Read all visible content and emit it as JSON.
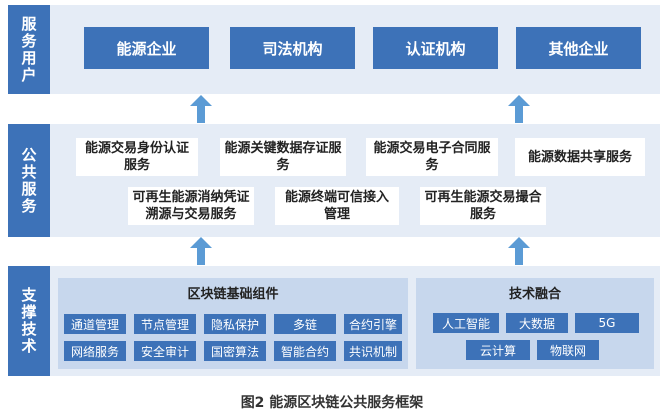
{
  "layers": {
    "users": "服务用户",
    "public": "公共服务",
    "support": "支撑技术"
  },
  "users": [
    "能源企业",
    "司法机构",
    "认证机构",
    "其他企业"
  ],
  "services": {
    "row1": [
      "能源交易身份认证服务",
      "能源关键数据存证服务",
      "能源交易电子合同服务",
      "能源数据共享服务"
    ],
    "row2": [
      "可再生能源消纳凭证溯源与交易服务",
      "能源终端可信接入管理",
      "可再生能源交易撮合服务"
    ]
  },
  "blockchain": {
    "title": "区块链基础组件",
    "row1": [
      "通道管理",
      "节点管理",
      "隐私保护",
      "多链",
      "合约引擎"
    ],
    "row2": [
      "网络服务",
      "安全审计",
      "国密算法",
      "智能合约",
      "共识机制"
    ]
  },
  "tech": {
    "title": "技术融合",
    "row1": [
      "人工智能",
      "大数据",
      "5G"
    ],
    "row2": [
      "云计算",
      "物联网"
    ]
  },
  "caption": "图2  能源区块链公共服务框架",
  "colors": {
    "primary": "#3d72b8",
    "band": "#e5ecf6",
    "panel": "#c7d7ed",
    "arrow": "#5b9bd5"
  }
}
